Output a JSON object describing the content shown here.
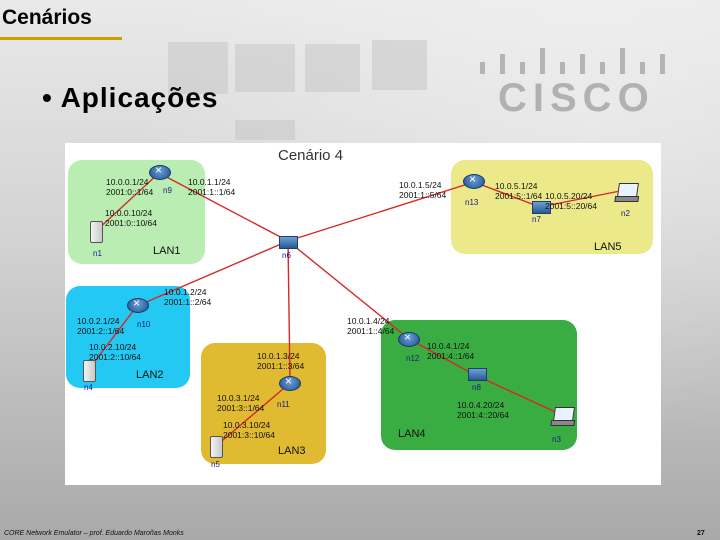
{
  "header": {
    "title": "Cenários"
  },
  "bullet": {
    "marker": "•",
    "text": "Aplicações"
  },
  "background": {
    "brand_watermark": "CISCO"
  },
  "diagram": {
    "title": "Cenário 4",
    "lans": [
      {
        "id": "lan1",
        "label": "LAN1",
        "color": "#b9edb2"
      },
      {
        "id": "lan2",
        "label": "LAN2",
        "color": "#23c9f2"
      },
      {
        "id": "lan3",
        "label": "LAN3",
        "color": "#e0ba30"
      },
      {
        "id": "lan4",
        "label": "LAN4",
        "color": "#3aad42"
      },
      {
        "id": "lan5",
        "label": "LAN5",
        "color": "#ece98a"
      }
    ],
    "nodes": {
      "n1": "n1",
      "n2": "n2",
      "n3": "n3",
      "n4": "n4",
      "n5": "n5",
      "n6": "n6",
      "n7": "n7",
      "n8": "n8",
      "n9": "n9",
      "n10": "n10",
      "n11": "n11",
      "n12": "n12",
      "n13": "n13"
    },
    "addresses": {
      "n9_lan": [
        "10.0.0.1/24",
        "2001:0::1/64"
      ],
      "n9_core": [
        "10.0.1.1/24",
        "2001:1::1/64"
      ],
      "n1": [
        "10.0.0.10/24",
        "2001:0::10/64"
      ],
      "n13_core": [
        "10.0.1.5/24",
        "2001:1::5/64"
      ],
      "n13_lan": [
        "10.0.5.1/24",
        "2001:5::1/64"
      ],
      "n2": [
        "10.0.5.20/24",
        "2001:5::20/64"
      ],
      "n10_core": [
        "10.0.1.2/24",
        "2001:1::2/64"
      ],
      "n10_lan": [
        "10.0.2.1/24",
        "2001:2::1/64"
      ],
      "n4": [
        "10.0.2.10/24",
        "2001:2::10/64"
      ],
      "n12_core": [
        "10.0.1.4/24",
        "2001:1::4/64"
      ],
      "n12_lan": [
        "10.0.4.1/24",
        "2001:4::1/64"
      ],
      "n3": [
        "10.0.4.20/24",
        "2001:4::20/64"
      ],
      "n11_core": [
        "10.0.1.3/24",
        "2001:1::3/64"
      ],
      "n11_lan": [
        "10.0.3.1/24",
        "2001:3::1/64"
      ],
      "n5": [
        "10.0.3.10/24",
        "2001:3::10/64"
      ]
    },
    "link_color": "#d62828"
  },
  "footer": {
    "text": "CORE Network Emulator – prof. Eduardo Maroñas Monks",
    "page": "27"
  }
}
